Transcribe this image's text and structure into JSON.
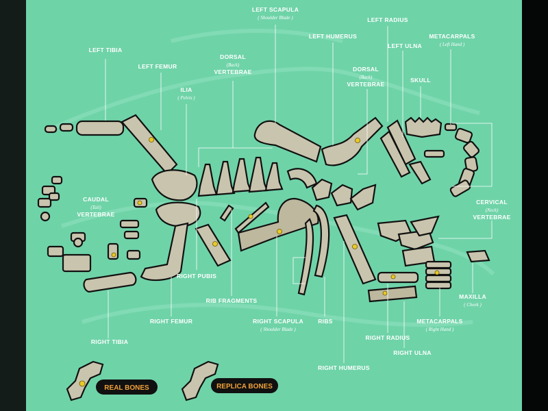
{
  "labels": {
    "left_tibia": "LEFT TIBIA",
    "left_femur": "LEFT FEMUR",
    "ilia": "ILIA",
    "ilia_sub": "( Pelvis )",
    "dorsal_vertebrae_l1": "DORSAL",
    "dorsal_vertebrae_sub": "(Back)",
    "dorsal_vertebrae_l2": "VERTEBRAE",
    "left_scapula": "LEFT SCAPULA",
    "left_scapula_sub": "( Shoulder Blade )",
    "left_humerus": "LEFT HUMERUS",
    "left_radius": "LEFT RADIUS",
    "left_ulna": "LEFT ULNA",
    "metacarpals_left": "METACARPALS",
    "metacarpals_left_sub": "( Left Hand )",
    "dorsal2_l1": "DORSAL",
    "dorsal2_sub": "(Back)",
    "dorsal2_l2": "VERTEBRAE",
    "skull": "SKULL",
    "caudal_l1": "CAUDAL",
    "caudal_sub": "(Tail)",
    "caudal_l2": "VERTEBRAE",
    "cervical_l1": "CERVICAL",
    "cervical_sub": "(Neck)",
    "cervical_l2": "VERTEBRAE",
    "right_pubis": "RIGHT PUBIS",
    "rib_fragments": "RIB FRAGMENTS",
    "right_femur": "RIGHT FEMUR",
    "right_scapula": "RIGHT SCAPULA",
    "right_scapula_sub": "( Shoulder Blade )",
    "ribs": "RIBS",
    "right_radius": "RIGHT RADIUS",
    "right_ulna": "RIGHT ULNA",
    "metacarpals_right": "METACARPALS",
    "metacarpals_right_sub": "( Right Hand )",
    "maxilla": "MAXILLA",
    "maxilla_sub": "( Cheek )",
    "right_tibia": "RIGHT TIBIA",
    "right_humerus": "RIGHT HUMERUS"
  },
  "legend": {
    "real": "REAL BONES",
    "replica": "REPLICA BONES"
  },
  "colors": {
    "board": "#6fd3a8",
    "bone": "#c9c4ad",
    "real_marker": "#e8c92a",
    "legend_text": "#f2a23a"
  }
}
